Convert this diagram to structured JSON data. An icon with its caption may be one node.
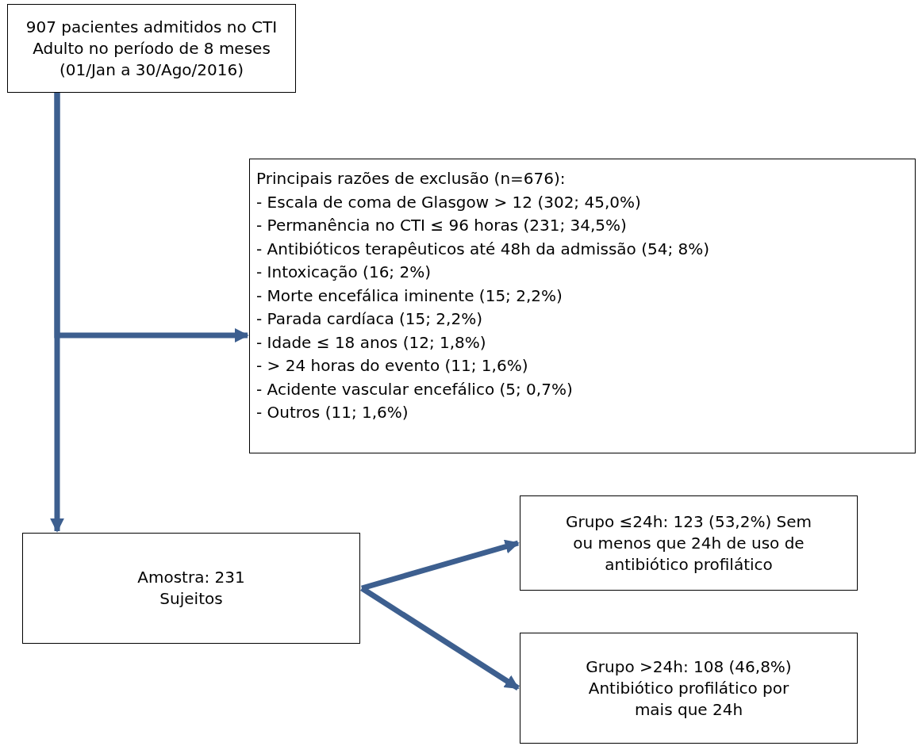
{
  "diagram": {
    "nodes": [
      {
        "text": [
          "907 pacientes admitidos no CTI Adulto no período de 8 meses (01/Jan a 30/Ago/2016)"
        ]
      },
      {
        "text": [
          "Principais razões de exclusão (n=676):",
          "- Escala de coma de Glasgow > 12 (302; 45,0%)",
          "- Permanência no CTI ≤ 96 horas (231; 34,5%)",
          "- Antibióticos terapêuticos até 48h da admissão (54; 8%)",
          "- Intoxicação (16; 2%)",
          "- Morte encefálica iminente (15; 2,2%)",
          "- Parada cardíaca (15; 2,2%)",
          "- Idade ≤ 18 anos (12; 1,8%)",
          "- > 24 horas do evento (11; 1,6%)",
          "- Acidente vascular encefálico (5; 0,7%)",
          "- Outros (11; 1,6%)"
        ]
      },
      {
        "text": [
          "Amostra: 231 Sujeitos"
        ]
      },
      {
        "text": [
          "Grupo ≤24h: 123 (53,2%) Sem ou menos que 24h de uso de antibiótico profilático"
        ]
      },
      {
        "text": [
          "Grupo >24h: 108 (46,8%) Antibiótico profilático por mais que 24h"
        ]
      }
    ],
    "edges": [
      {
        "from": 0,
        "to": 1,
        "arrow": "to"
      },
      {
        "from": 0,
        "to": 2,
        "arrow": "to"
      },
      {
        "from": 2,
        "to": 3,
        "arrow": "to"
      },
      {
        "from": 2,
        "to": 4,
        "arrow": "to"
      }
    ]
  }
}
